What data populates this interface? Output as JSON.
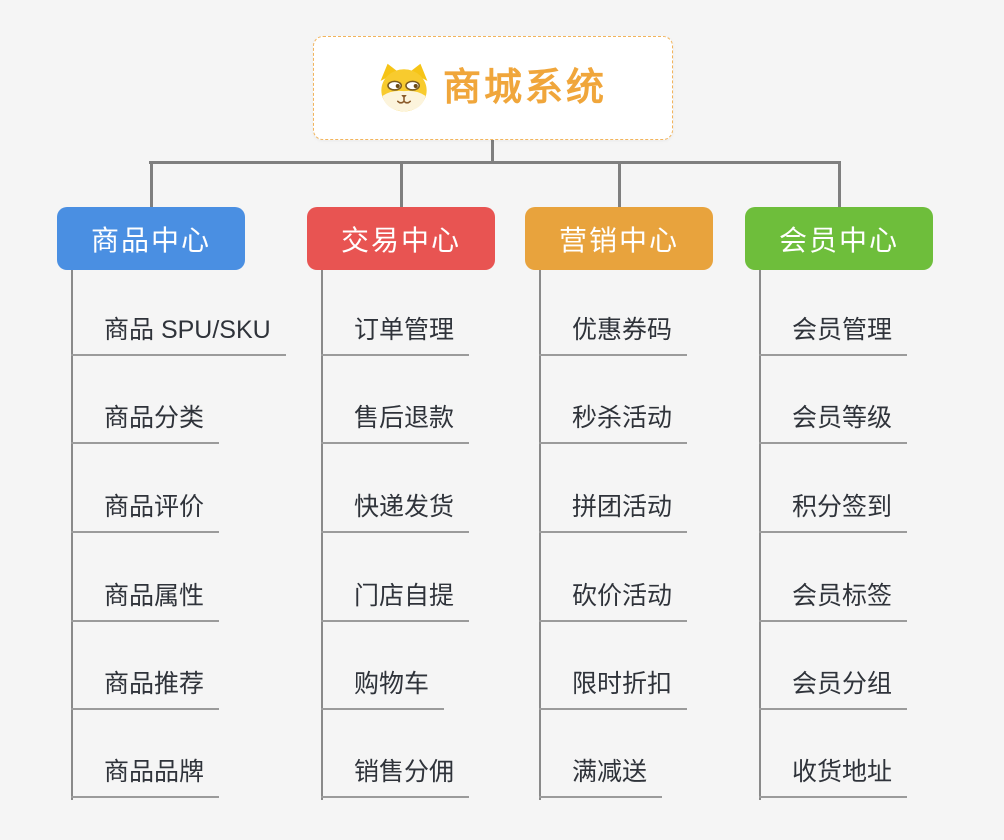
{
  "root": {
    "title": "商城系统",
    "icon": "shiba-dog-icon"
  },
  "branches": [
    {
      "label": "商品中心",
      "color": "#4A8FE2",
      "items": [
        "商品 SPU/SKU",
        "商品分类",
        "商品评价",
        "商品属性",
        "商品推荐",
        "商品品牌"
      ]
    },
    {
      "label": "交易中心",
      "color": "#E85452",
      "items": [
        "订单管理",
        "售后退款",
        "快递发货",
        "门店自提",
        "购物车",
        "销售分佣"
      ]
    },
    {
      "label": "营销中心",
      "color": "#E8A33D",
      "items": [
        "优惠券码",
        "秒杀活动",
        "拼团活动",
        "砍价活动",
        "限时折扣",
        "满减送"
      ]
    },
    {
      "label": "会员中心",
      "color": "#6EBE3B",
      "items": [
        "会员管理",
        "会员等级",
        "积分签到",
        "会员标签",
        "会员分组",
        "收货地址"
      ]
    }
  ],
  "palette": {
    "background": "#F5F5F5",
    "connector": "#7F7F7F",
    "leaf_underline": "#9B9B9B",
    "leaf_text": "#2F333A",
    "root_title": "#F0A63B",
    "root_border": "#F2B45C",
    "root_background": "#FFFFFF"
  }
}
